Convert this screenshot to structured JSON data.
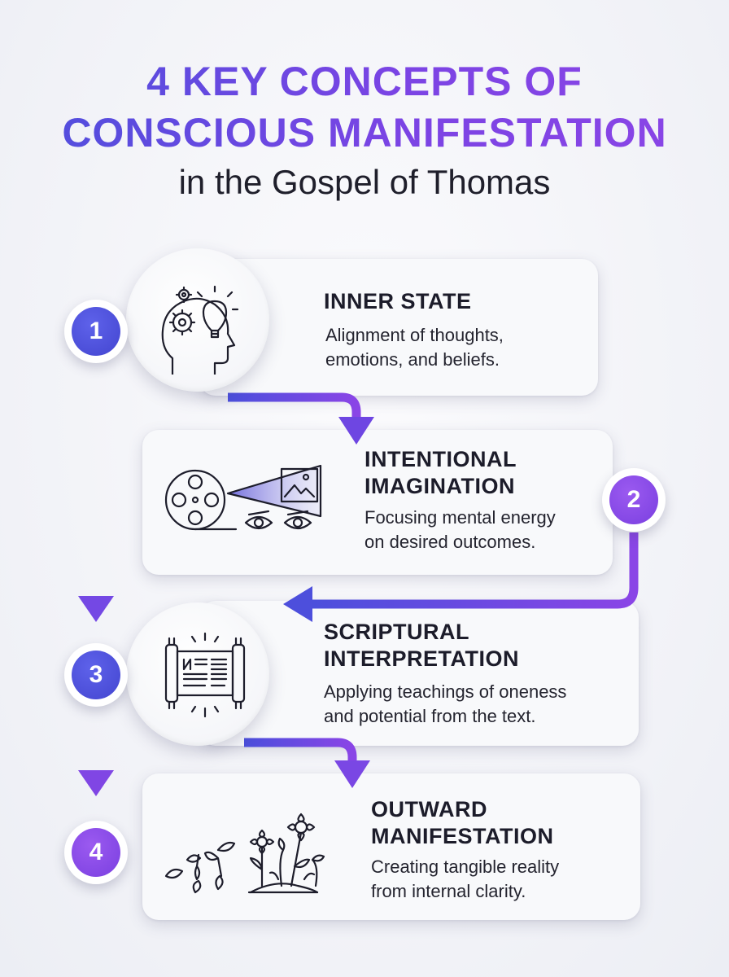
{
  "title": {
    "line1": "4 KEY CONCEPTS OF",
    "line2": "CONSCIOUS MANIFESTATION",
    "line3": "in the Gospel of Thomas"
  },
  "steps": [
    {
      "number": "1",
      "heading_line1": "INNER STATE",
      "heading_line2": "",
      "desc_line1": "Alignment of thoughts,",
      "desc_line2": "emotions, and beliefs.",
      "icon": "head-lightbulb-gears-icon"
    },
    {
      "number": "2",
      "heading_line1": "INTENTIONAL",
      "heading_line2": "IMAGINATION",
      "desc_line1": "Focusing mental energy",
      "desc_line2": "on desired outcomes.",
      "icon": "film-reel-projector-eyes-icon"
    },
    {
      "number": "3",
      "heading_line1": "SCRIPTURAL",
      "heading_line2": "INTERPRETATION",
      "desc_line1": "Applying teachings of oneness",
      "desc_line2": "and potential from the text.",
      "icon": "scroll-icon"
    },
    {
      "number": "4",
      "heading_line1": "OUTWARD",
      "heading_line2": "MANIFESTATION",
      "desc_line1": "Creating tangible reality",
      "desc_line2": "from internal clarity.",
      "icon": "sprouting-flowers-icon"
    }
  ],
  "colors": {
    "blue": "#4b4fdc",
    "purple": "#8a45e6",
    "text": "#1c1c2a"
  }
}
